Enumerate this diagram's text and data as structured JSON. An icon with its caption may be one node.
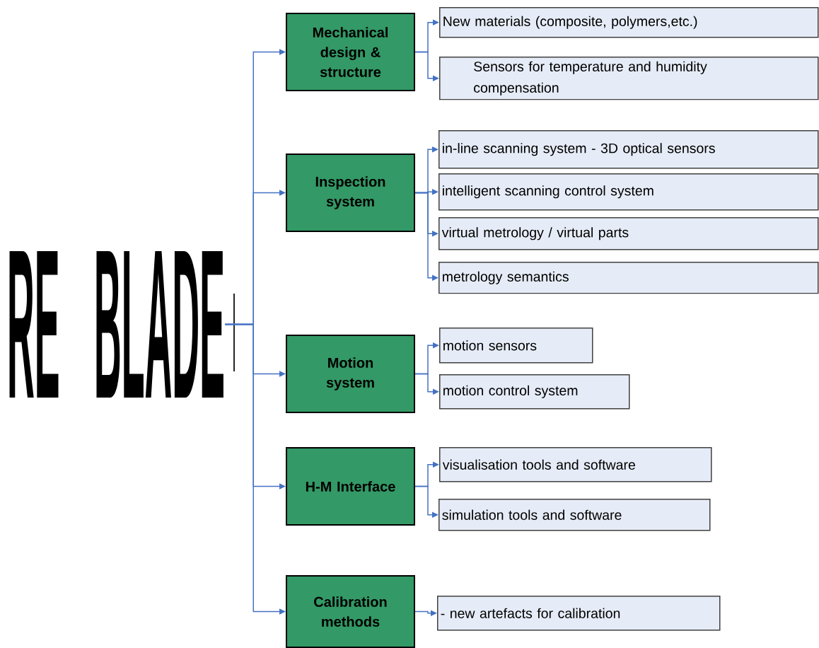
{
  "diagram": {
    "nodes": [
      {
        "text": [
          "RE BLADE"
        ]
      },
      {
        "text": [
          "Mechanical design & structure"
        ]
      },
      {
        "text": [
          "Inspection system"
        ]
      },
      {
        "text": [
          "Motion system"
        ]
      },
      {
        "text": [
          "H-M Interface"
        ]
      },
      {
        "text": [
          "Calibration methods"
        ]
      },
      {
        "text": [
          "New materials (composite, polymers,etc.)"
        ]
      },
      {
        "text": [
          "Sensors for temperature and humidity compensation"
        ]
      },
      {
        "text": [
          "in-line scanning system - 3D optical sensors"
        ]
      },
      {
        "text": [
          "intelligent scanning control system"
        ]
      },
      {
        "text": [
          "virtual metrology / virtual parts"
        ]
      },
      {
        "text": [
          "metrology semantics"
        ]
      },
      {
        "text": [
          "motion sensors"
        ]
      },
      {
        "text": [
          "motion control system"
        ]
      },
      {
        "text": [
          "visualisation tools and software"
        ]
      },
      {
        "text": [
          "simulation tools and software"
        ]
      },
      {
        "text": [
          "- new artefacts for calibration"
        ]
      }
    ],
    "edges": [
      {
        "from": 0,
        "to": 1,
        "arrow": "to"
      },
      {
        "from": 0,
        "to": 2,
        "arrow": "to"
      },
      {
        "from": 0,
        "to": 3,
        "arrow": "to"
      },
      {
        "from": 0,
        "to": 4,
        "arrow": "to"
      },
      {
        "from": 0,
        "to": 5,
        "arrow": "to"
      },
      {
        "from": 1,
        "to": 6,
        "arrow": "to"
      },
      {
        "from": 1,
        "to": 7,
        "arrow": "to"
      },
      {
        "from": 2,
        "to": 8,
        "arrow": "to"
      },
      {
        "from": 2,
        "to": 9,
        "arrow": "to"
      },
      {
        "from": 2,
        "to": 10,
        "arrow": "to"
      },
      {
        "from": 2,
        "to": 11,
        "arrow": "to"
      },
      {
        "from": 3,
        "to": 12,
        "arrow": "to"
      },
      {
        "from": 3,
        "to": 13,
        "arrow": "to"
      },
      {
        "from": 4,
        "to": 14,
        "arrow": "to"
      },
      {
        "from": 4,
        "to": 15,
        "arrow": "to"
      },
      {
        "from": 5,
        "to": 16,
        "arrow": "to"
      }
    ]
  }
}
